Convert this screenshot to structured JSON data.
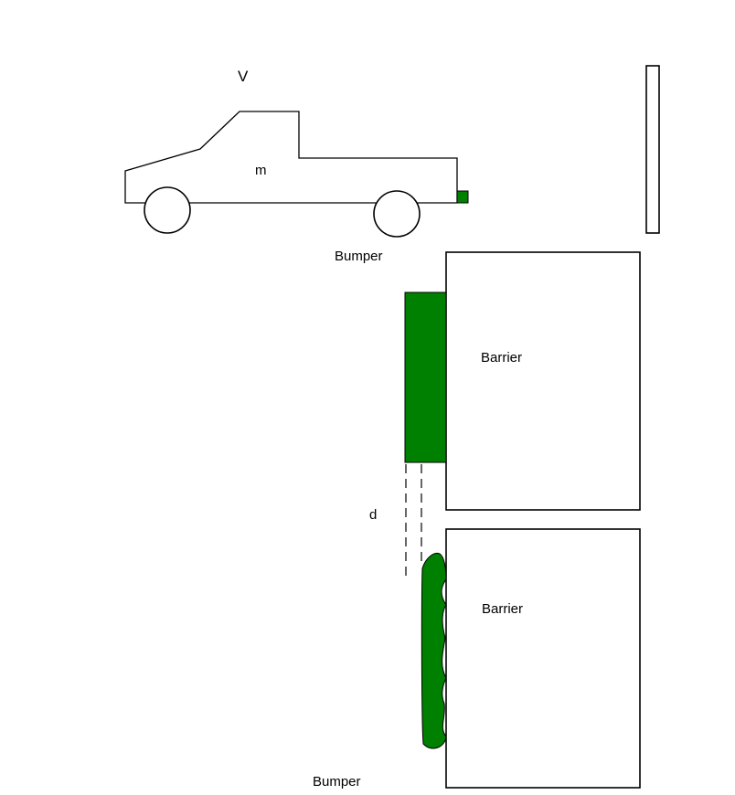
{
  "labels": {
    "velocity": "V",
    "mass": "m",
    "bumper_top": "Bumper",
    "barrier_top": "Barrier",
    "distance": "d",
    "barrier_bottom": "Barrier",
    "bumper_bottom": "Bumper"
  },
  "colors": {
    "bumper": "#008000",
    "outline": "#000000",
    "background": "#ffffff"
  }
}
